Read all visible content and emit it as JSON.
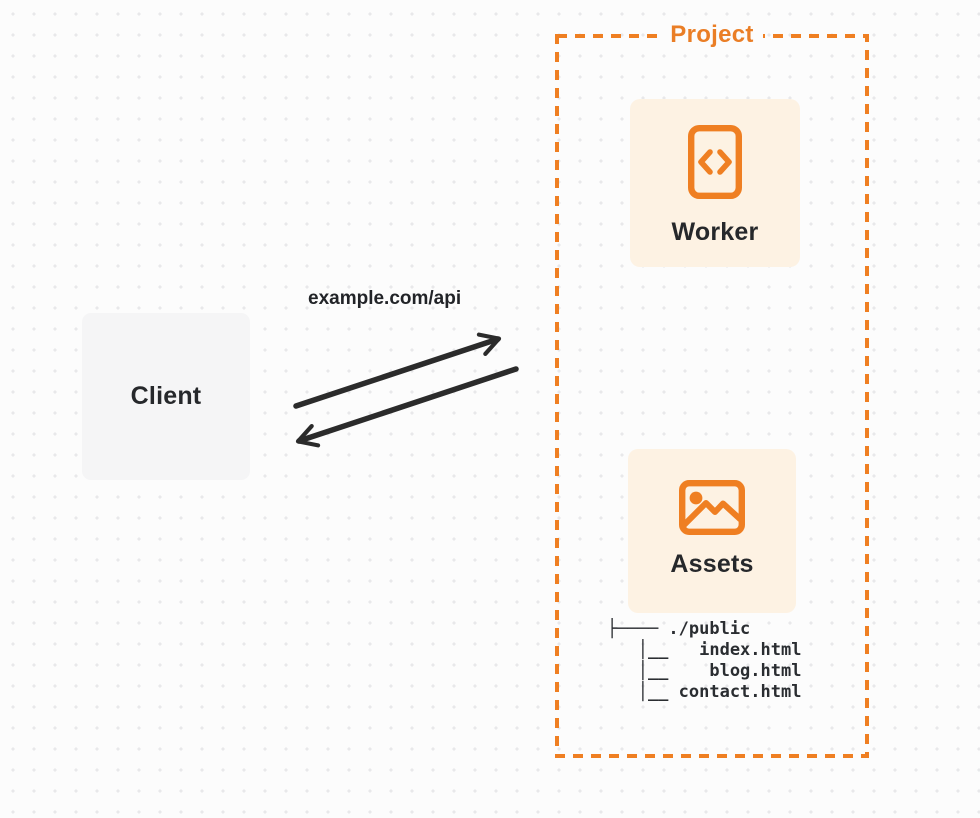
{
  "palette": {
    "background": "#FCFCFC",
    "dot": "#E8E8EA",
    "accent_orange": "#EF7F22",
    "card_fill": "#FDF2E3",
    "client_fill": "#F5F5F6",
    "dark_text": "#26282B",
    "arrow": "#2B2B2B"
  },
  "client": {
    "label": "Client"
  },
  "request": {
    "url_label": "example.com/api"
  },
  "project": {
    "title": "Project",
    "worker": {
      "label": "Worker",
      "icon": "code-file-icon"
    },
    "assets": {
      "label": "Assets",
      "icon": "image-icon"
    },
    "file_tree": {
      "lines": [
        "├──── ./public",
        "   │__   index.html",
        "   │__    blog.html",
        "   │__ contact.html"
      ]
    }
  }
}
